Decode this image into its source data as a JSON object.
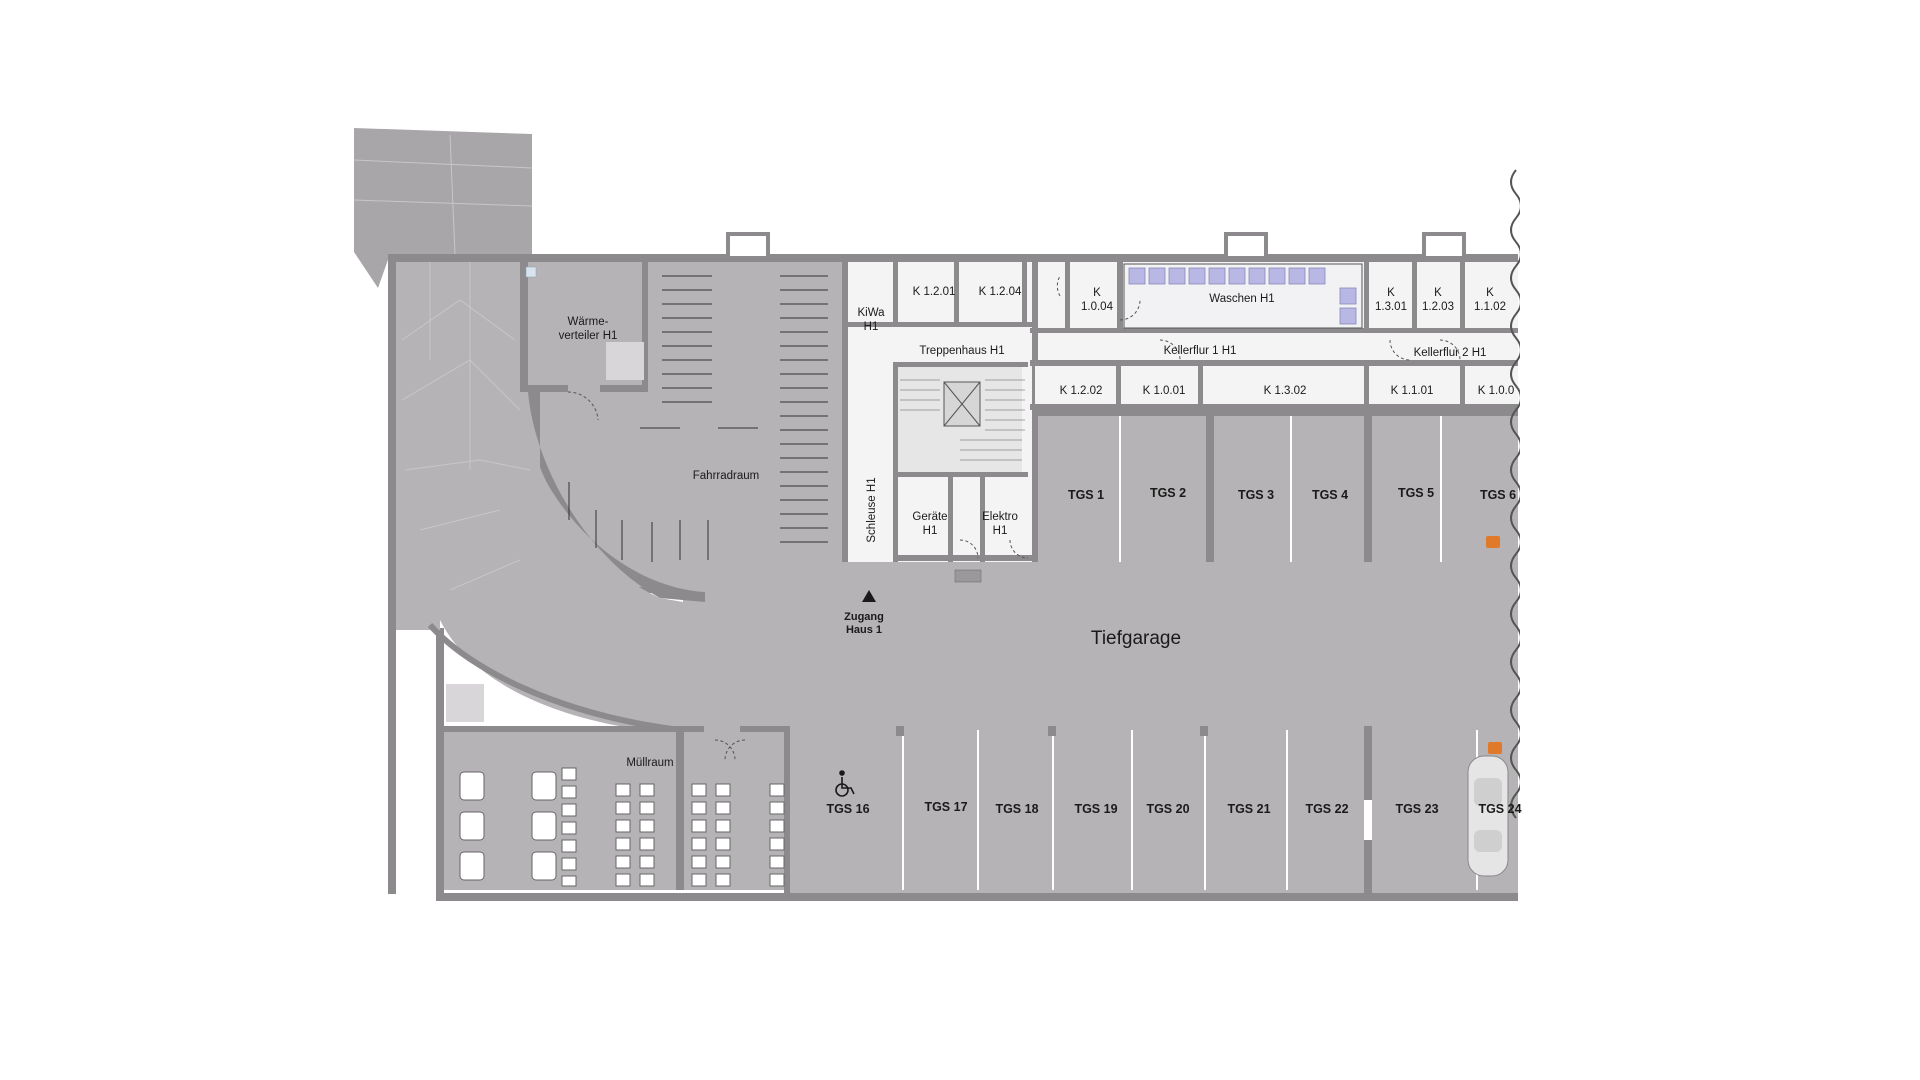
{
  "plan": {
    "main_title": "Tiefgarage",
    "entrance": {
      "line1": "Zugang",
      "line2": "Haus 1"
    },
    "rooms": {
      "waermeverteiler": {
        "line1": "Wärme-",
        "line2": "verteiler H1"
      },
      "fahrradraum": "Fahrradraum",
      "muellraum": "Müllraum",
      "kiwa": {
        "line1": "KiWa",
        "line2": "H1"
      },
      "k_1_2_01": "K 1.2.01",
      "k_1_2_04": "K 1.2.04",
      "k_1_0_04": {
        "line1": "K",
        "line2": "1.0.04"
      },
      "waschen": "Waschen H1",
      "k_1_3_01": {
        "line1": "K",
        "line2": "1.3.01"
      },
      "k_1_2_03": {
        "line1": "K",
        "line2": "1.2.03"
      },
      "k_1_1_02": {
        "line1": "K",
        "line2": "1.1.02"
      },
      "treppenhaus": "Treppenhaus H1",
      "kellerflur1": "Kellerflur 1 H1",
      "kellerflur2": "Kellerflur 2 H1",
      "k_1_2_02": "K 1.2.02",
      "k_1_0_01": "K 1.0.01",
      "k_1_3_02": "K 1.3.02",
      "k_1_1_01": "K 1.1.01",
      "k_1_0_0x": "K 1.0.0",
      "schleuse": "Schleuse H1",
      "geraete": {
        "line1": "Geräte",
        "line2": "H1"
      },
      "elektro": {
        "line1": "Elektro",
        "line2": "H1"
      }
    },
    "parking_top": [
      "TGS 1",
      "TGS 2",
      "TGS 3",
      "TGS 4",
      "TGS 5",
      "TGS 6"
    ],
    "parking_bottom": [
      "TGS 16",
      "TGS 17",
      "TGS 18",
      "TGS 19",
      "TGS 20",
      "TGS 21",
      "TGS 22",
      "TGS 23",
      "TGS 24"
    ],
    "colors": {
      "floor_dark": "#b5b3b5",
      "floor_light": "#f4f4f4",
      "wall": "#8d8a8d",
      "ramp": "#a8a6a8",
      "ev_charger": "#e07a2a",
      "washing_machine": "#b9b7e3"
    },
    "icons": [
      "wheelchair-icon",
      "ev-charger-icon",
      "car-icon",
      "bicycle-icon",
      "elevator-icon",
      "stairs-icon",
      "up-arrow-icon",
      "trash-bin-icon"
    ]
  }
}
